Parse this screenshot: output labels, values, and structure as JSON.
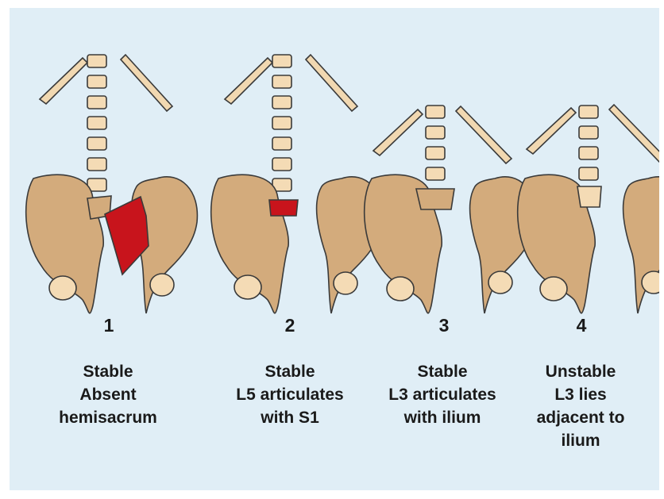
{
  "colors": {
    "background": "#e0eef6",
    "bone": "#d3ab7c",
    "vertebra": "#f4dbb5",
    "rib": "#f1d8b1",
    "outline": "#3a3a3a",
    "anomaly": "#c8141c"
  },
  "panels": [
    {
      "number": "1",
      "caption": [
        "Stable",
        "Absent",
        "hemisacrum"
      ]
    },
    {
      "number": "2",
      "caption": [
        "Stable",
        "L5 articulates",
        "with S1"
      ]
    },
    {
      "number": "3",
      "caption": [
        "Stable",
        "L3 articulates",
        "with ilium"
      ]
    },
    {
      "number": "4",
      "caption": [
        "Unstable",
        "L3 lies",
        "adjacent to",
        "ilium"
      ]
    }
  ]
}
